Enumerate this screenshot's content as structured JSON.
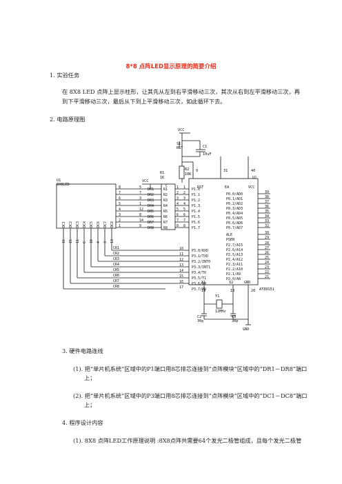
{
  "doc": {
    "title": "8*8 点阵LED显示原理的简要介绍",
    "s1": {
      "heading": "1.  实验任务",
      "line1": "在 8X8  LED 点阵上显示柱形，让其先从左到右平滑移动三次，其次从右到左平滑移动三次，再",
      "line2": "到下平滑移动三次，最后从下到上平滑移动三次，如此循环下去。"
    },
    "s2": {
      "heading": "2.  电路原理图"
    },
    "s3": {
      "heading": "3.  硬件电路连线",
      "item1_a": "(1). 把“单片机系统”区域中的P1端口用8芯排芯连接到“点阵模块”区域中的“DR1－DR8”端口",
      "item1_b": "上；",
      "item2_a": "(2). 把“单片机系统”区域中的P3端口用8芯排芯连接到“点阵模块”区域中的“DC1－DC8”端口",
      "item2_b": "上；"
    },
    "s4": {
      "heading": "4.  程序设计内容",
      "item1": "(1).  8X8  点阵LED工作原理说明 :8X8点阵共需要64个发光二极管组成，且每个发光二极管"
    }
  },
  "schematic": {
    "vcc_top": "VCC",
    "sw_label": "S1",
    "sw_sub": "RST",
    "cap1": "C1",
    "cap1_val": "10uF",
    "r1": "R1",
    "r1_val": "1K",
    "r2": "R2",
    "r2_val": "10K",
    "vcc_left": "VCC",
    "u1": "U1",
    "u1_name": "8X8LED",
    "u2": "U2",
    "chip": "AT89S51",
    "xtal": "Y1",
    "xtal_val": "12MHz",
    "c2": "C2",
    "c2_val": "30p",
    "c3": "C3",
    "c3_val": "30p",
    "gnd": "GND",
    "pin9": "9",
    "pin31": "31",
    "pin40": "40",
    "rst": "RST",
    "ea": "EA",
    "vcc_pin": "VCC",
    "x1": "X1",
    "x2": "X2",
    "gnd_pin": "GND",
    "pin19": "19",
    "pin18": "18",
    "pin20": "20",
    "p1_labels": [
      "P1.0",
      "P1.1",
      "P1.2",
      "P1.3",
      "P1.4",
      "P1.5",
      "P1.6",
      "P1.7"
    ],
    "p1_pins": [
      "1",
      "2",
      "3",
      "4",
      "5",
      "6",
      "7",
      "8"
    ],
    "p0_labels": [
      "P0.0/AD0",
      "P0.1/AD1",
      "P0.2/AD2",
      "P0.3/AD3",
      "P0.4/AD4",
      "P0.5/AD5",
      "P0.6/AD6",
      "P0.7/AD7",
      "ALE",
      "PSEN"
    ],
    "p0_pins": [
      "39",
      "38",
      "37",
      "36",
      "35",
      "34",
      "33",
      "32",
      "30",
      "29"
    ],
    "p3_labels": [
      "P3.0/RXD",
      "P3.1/TXD",
      "P3.2/INT0",
      "P3.3/INT1",
      "P3.4/T0",
      "P3.5/T1",
      "P3.6/WR",
      "P3.7/RD"
    ],
    "p3_pins": [
      "10",
      "11",
      "12",
      "13",
      "14",
      "15",
      "16",
      "17"
    ],
    "p2_labels": [
      "P2.7/A15",
      "P2.6/A14",
      "P2.5/A13",
      "P2.4/A12",
      "P2.3/A11",
      "P2.2/A10",
      "P2.1/A9",
      "P2.0/A8"
    ],
    "p2_pins": [
      "28",
      "27",
      "26",
      "25",
      "24",
      "23",
      "22",
      "21"
    ],
    "res_rows": [
      "DR1",
      "DR2",
      "DR3",
      "DR4",
      "DR5",
      "DR6",
      "DR7",
      "DR8"
    ],
    "res_left_pins": [
      "5",
      "7",
      "3",
      "1",
      "12",
      "8",
      "14",
      "9"
    ],
    "led_left_pins": [
      "8",
      "7",
      "6",
      "5",
      "4",
      "3",
      "2",
      "1"
    ],
    "r_labels": [
      "R1",
      "R2",
      "R3",
      "R4",
      "R5",
      "R6",
      "R7",
      "R8"
    ],
    "r_pins": [
      "1",
      "2",
      "3",
      "4",
      "5",
      "6",
      "7",
      "8"
    ],
    "r_com": "C",
    "col_pins": [
      "16",
      "15",
      "11",
      "6",
      "10",
      "4",
      "3",
      "13"
    ],
    "col_labels": [
      "DC1",
      "DC2",
      "DC3",
      "DC4",
      "DC5",
      "DC6",
      "DC7",
      "DC8"
    ],
    "cr_labels": [
      "CR1",
      "CR2",
      "CR3",
      "CR4",
      "CR5",
      "CR6",
      "CR7",
      "CR8"
    ]
  }
}
